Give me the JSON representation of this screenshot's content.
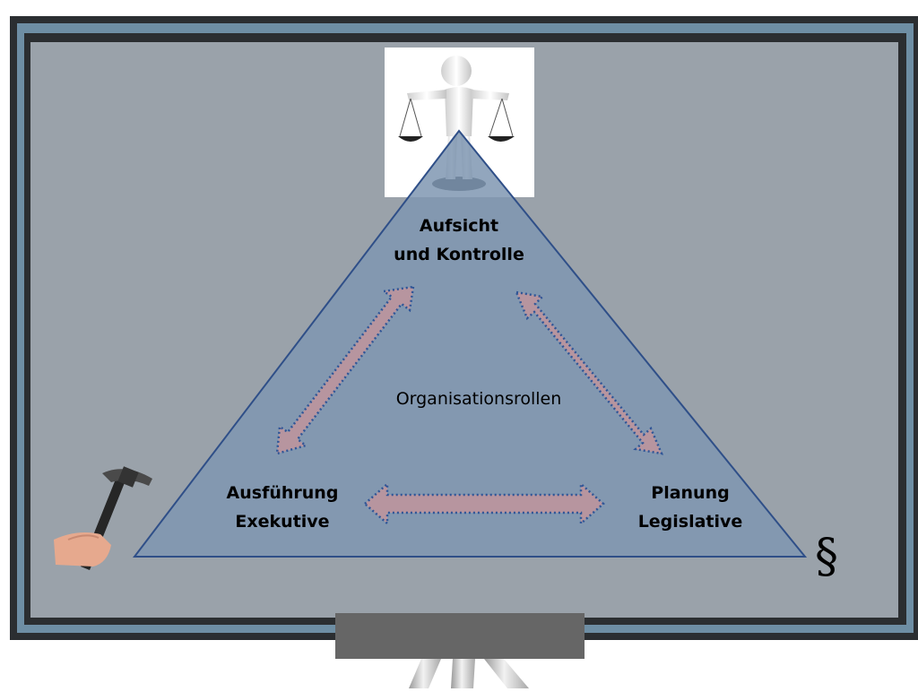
{
  "diagram": {
    "top_label": {
      "line1": "Aufsicht",
      "line2": "und Kontrolle"
    },
    "left_label": {
      "line1": "Ausführung",
      "line2": "Exekutive"
    },
    "right_label": {
      "line1": "Planung",
      "line2": "Legislative"
    },
    "center_label": "Organisationsrollen",
    "paragraph_symbol": "§",
    "icons": [
      "scales-of-justice-figure-icon",
      "hammer-in-hand-icon",
      "paragraph-sign-icon"
    ]
  },
  "colors": {
    "board_background": "#9aa2aa",
    "board_frame_dark": "#2b2e31",
    "board_frame_blue": "#6e8ea4",
    "triangle_fill": "#7f97b2",
    "triangle_stroke": "#2f4f88",
    "arrow_fill": "#b7959f",
    "arrow_stroke": "#2f5597",
    "stand": "#666666"
  }
}
